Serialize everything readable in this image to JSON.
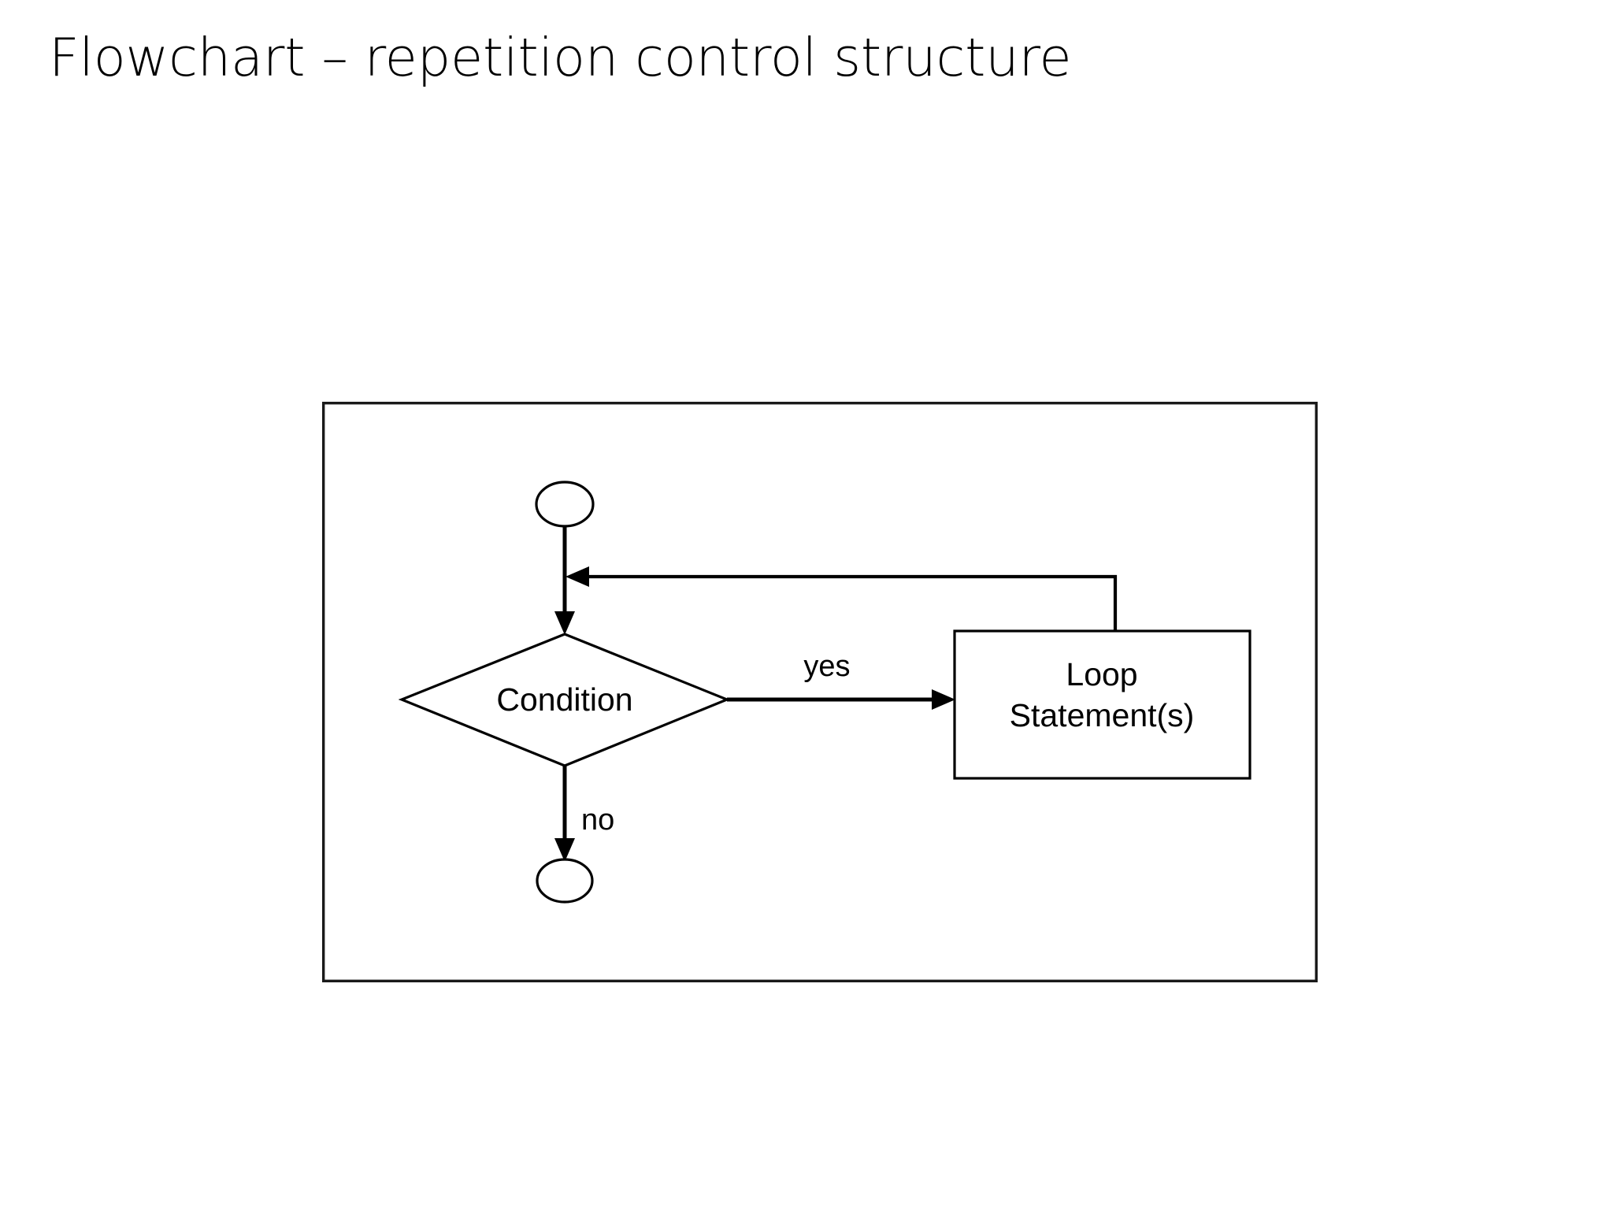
{
  "slide": {
    "title": "Flowchart – repetition control structure",
    "background_color": "#ffffff",
    "text_color": "#000000"
  },
  "diagram": {
    "name": "repetition-control-structure-flowchart",
    "frame": {
      "label": "diagram-frame",
      "stroke_color": "#1a1a1a"
    },
    "nodes": [
      {
        "id": "start",
        "shape": "ellipse",
        "label": "",
        "name": "start-terminator"
      },
      {
        "id": "condition",
        "shape": "diamond",
        "label": "Condition",
        "name": "decision-condition"
      },
      {
        "id": "loop-body",
        "shape": "rectangle",
        "label_line1": "Loop",
        "label_line2": "Statement(s)",
        "name": "process-loop-statements"
      },
      {
        "id": "end",
        "shape": "ellipse",
        "label": "",
        "name": "end-terminator"
      }
    ],
    "edges": [
      {
        "id": "start-to-condition",
        "from": "start",
        "to": "condition",
        "label": "",
        "name": "edge-start-to-condition"
      },
      {
        "id": "condition-to-loop",
        "from": "condition",
        "to": "loop-body",
        "label": "yes",
        "name": "edge-condition-yes"
      },
      {
        "id": "condition-to-end",
        "from": "condition",
        "to": "end",
        "label": "no",
        "name": "edge-condition-no"
      },
      {
        "id": "loop-back",
        "from": "loop-body",
        "to": "start-to-condition",
        "label": "",
        "name": "edge-loop-back"
      }
    ],
    "labels": {
      "condition": "Condition",
      "loop_line1": "Loop",
      "loop_line2": "Statement(s)",
      "yes": "yes",
      "no": "no"
    }
  }
}
